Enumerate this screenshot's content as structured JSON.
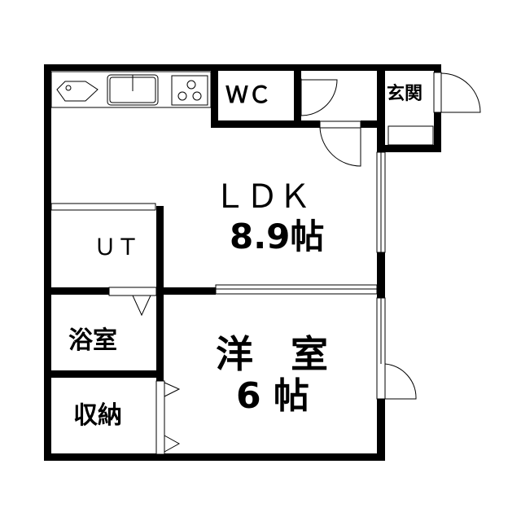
{
  "rooms": {
    "wc": "ＷＣ",
    "entrance": "玄関",
    "ldk": "ＬＤＫ",
    "ldk_size": "8.9帖",
    "ut": "ＵＴ",
    "bath": "浴室",
    "western": "洋　室",
    "western_size": "6 帖",
    "storage": "収納"
  },
  "colors": {
    "wall": "#000000",
    "background": "#ffffff"
  }
}
